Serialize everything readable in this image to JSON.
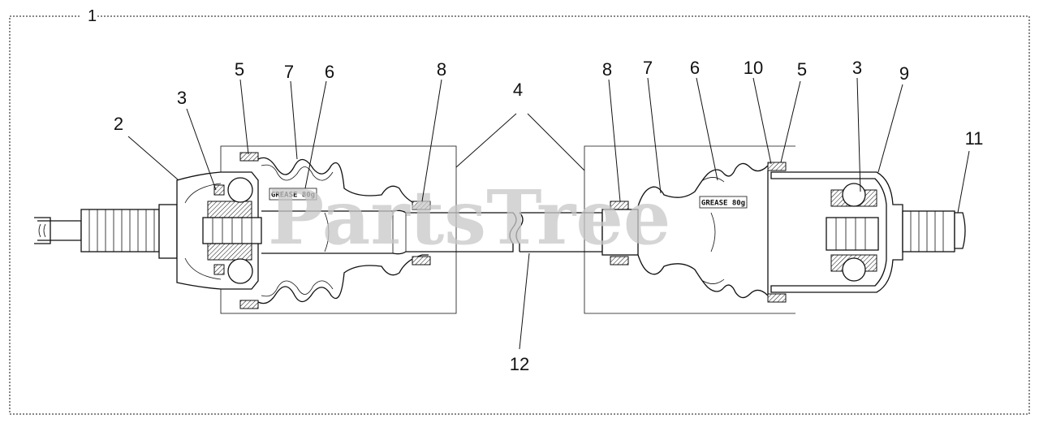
{
  "watermark": "PartsTree",
  "assembly_label": "1",
  "grease_label_left": "GREASE 80g",
  "grease_label_right": "GREASE 80g",
  "callouts": {
    "c2": "2",
    "c3_left": "3",
    "c5_left": "5",
    "c7_left": "7",
    "c6_left": "6",
    "c8_left": "8",
    "c4": "4",
    "c8_right": "8",
    "c7_right": "7",
    "c6_right": "6",
    "c10": "10",
    "c5_right": "5",
    "c3_right": "3",
    "c9": "9",
    "c11": "11",
    "c12": "12"
  }
}
